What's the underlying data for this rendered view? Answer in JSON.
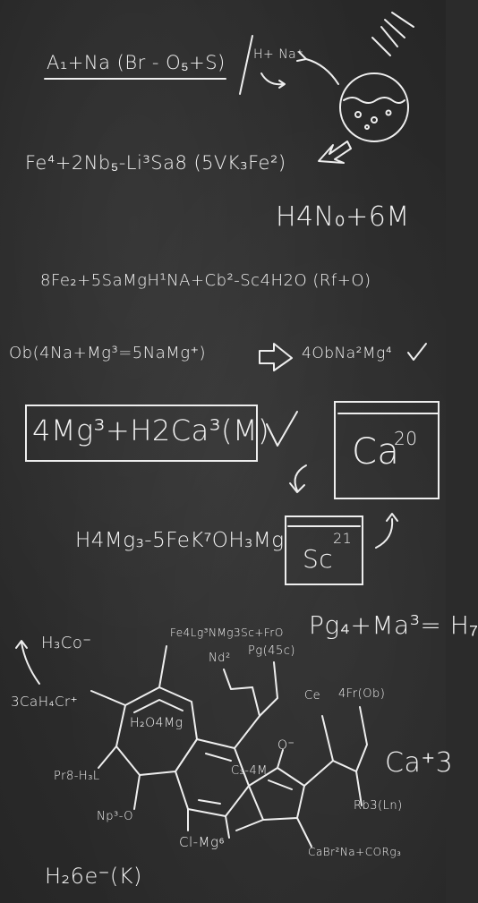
{
  "line1": {
    "left": "A₁+Na (Br - O₅+S)",
    "right": "H+ Na⁺"
  },
  "line2": "Fe⁴+2Nb₅-Li³Sa8 (5VK₃Fe²)",
  "line3": "H4N₀+6M",
  "line4": "8Fe₂+5SaMgH¹NA+Cb²-Sc4H2O (Rf+O)",
  "line5": {
    "left": "Ob(4Na+Mg³=5NaMg⁺)",
    "right": "4ObNa²Mg⁴"
  },
  "box_formula": "4Mg³+H2Ca³(M)",
  "ca_element": {
    "symbol": "Ca",
    "number": "20"
  },
  "line7": "H4Mg₃-5FeK⁷OH₃Mg",
  "sc_element": {
    "symbol": "Sc",
    "number": "21"
  },
  "molecule": {
    "top_label": "Fe4Lg³NMg3Sc+FrO",
    "side_formula": "Pg₄+Ma³= H₇",
    "h3co": "H₃Co⁻",
    "caH": "3CaH₄Cr⁺",
    "h2o4mg": "H₂O4Mg",
    "nd": "Nd²",
    "pg": "Pg(45c)",
    "ce": "Ce",
    "fr": "4Fr(Ob)",
    "o_minus": "O⁻",
    "c3": "C₃-4M",
    "ca3": "Ca⁺3",
    "pr8": "Pr8-H₃L",
    "np": "Np³-O",
    "rb3": "Rb3(Ln)",
    "clmg": "Cl-Mg⁶",
    "cabr": "CaBr²Na+CORg₃"
  },
  "bottom_formula": "H₂6e⁻(K)"
}
